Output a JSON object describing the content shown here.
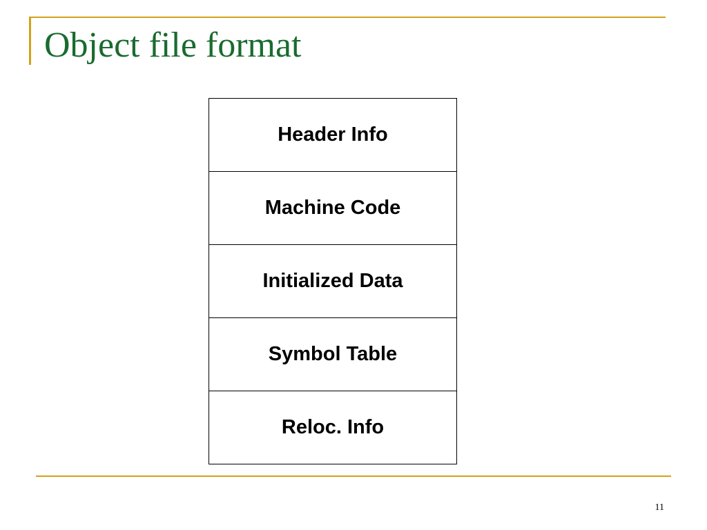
{
  "slide": {
    "title": "Object file format",
    "page_number": "11"
  },
  "diagram": {
    "blocks": [
      {
        "label": "Header Info"
      },
      {
        "label": "Machine Code"
      },
      {
        "label": "Initialized Data"
      },
      {
        "label": "Symbol Table"
      },
      {
        "label": "Reloc. Info"
      }
    ]
  },
  "colors": {
    "accent": "#d4a017",
    "title": "#1a6b2f",
    "border": "#000000"
  }
}
